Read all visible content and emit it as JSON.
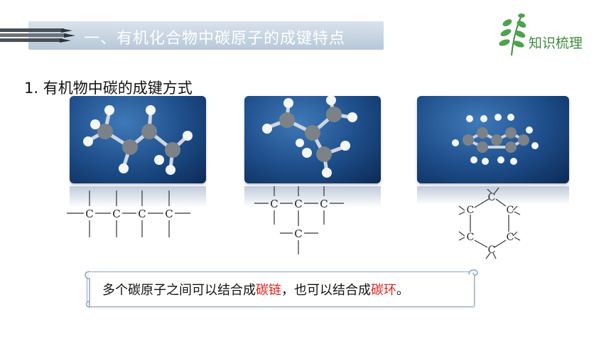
{
  "header": {
    "banner_title": "一、有机化合物中碳原子的成键特点",
    "brand_label": "知识梳理",
    "brand_icon": "leaf-sprig-icon"
  },
  "section": {
    "subtitle": "1. 有机物中碳的成键方式"
  },
  "structures": {
    "atom_symbol": "C"
  },
  "note": {
    "part1": "多个碳原子之间可以结合成",
    "highlight1": "碳链",
    "part2": "，也可以结合成",
    "highlight2": "碳环",
    "part3": "。"
  },
  "colors": {
    "accent_red": "#e0221c",
    "brand_green": "#3d8c3d",
    "panel_blue": "#1d4c88",
    "banner_blue": "#b8c8d8"
  }
}
